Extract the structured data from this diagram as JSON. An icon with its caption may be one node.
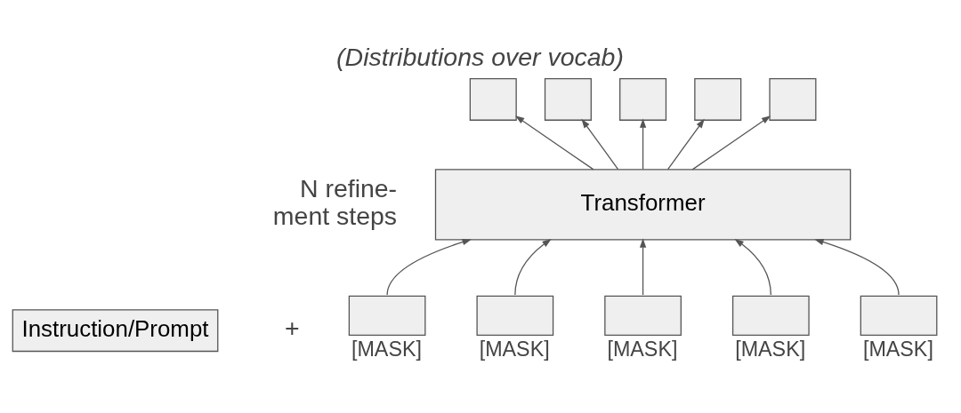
{
  "diagram": {
    "title": "(Distributions over vocab)",
    "nodes": [
      {
        "text": [],
        "shape": "box"
      },
      {
        "text": [],
        "shape": "box"
      },
      {
        "text": [],
        "shape": "box"
      },
      {
        "text": [],
        "shape": "box"
      },
      {
        "text": [],
        "shape": "box"
      },
      {
        "text": [
          "Transformer"
        ]
      },
      {
        "text": [],
        "shape": "box",
        "beside": [
          "[MASK]"
        ]
      },
      {
        "text": [],
        "shape": "box",
        "beside": [
          "[MASK]"
        ]
      },
      {
        "text": [],
        "shape": "box",
        "beside": [
          "[MASK]"
        ]
      },
      {
        "text": [],
        "shape": "box",
        "beside": [
          "[MASK]"
        ]
      },
      {
        "text": [],
        "shape": "box",
        "beside": [
          "[MASK]"
        ]
      },
      {
        "text": [
          "Instruction/Prompt"
        ]
      }
    ],
    "edges": [
      {
        "from": 6,
        "to": 5,
        "arrow": "to"
      },
      {
        "from": 7,
        "to": 5,
        "arrow": "to"
      },
      {
        "from": 8,
        "to": 5,
        "arrow": "to"
      },
      {
        "from": 9,
        "to": 5,
        "arrow": "to"
      },
      {
        "from": 10,
        "to": 5,
        "arrow": "to"
      },
      {
        "from": 5,
        "to": 0,
        "arrow": "to"
      },
      {
        "from": 5,
        "to": 1,
        "arrow": "to"
      },
      {
        "from": 5,
        "to": 2,
        "arrow": "to"
      },
      {
        "from": 5,
        "to": 3,
        "arrow": "to"
      },
      {
        "from": 5,
        "to": 4,
        "arrow": "to"
      }
    ],
    "labels": [
      "N refine- ment steps",
      "+"
    ]
  }
}
